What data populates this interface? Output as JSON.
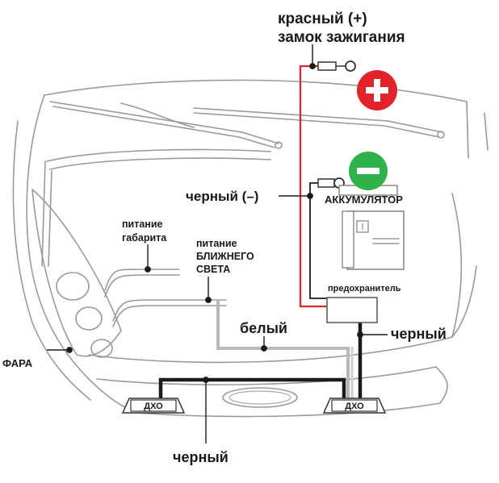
{
  "labels": {
    "red_plus_line1": "красный (+)",
    "red_plus_line2": "замок зажигания",
    "black_minus": "черный (–)",
    "battery": "АККУМУЛЯТОР",
    "parking_line1": "питание",
    "parking_line2": "габарита",
    "lowbeam_line1": "питание",
    "lowbeam_line2": "БЛИЖНЕГО",
    "lowbeam_line3": "СВЕТА",
    "fuse": "предохранитель",
    "white": "белый",
    "black_right": "черный",
    "headlight": "ФАРА",
    "drl_left": "ДХО",
    "drl_right": "ДХО",
    "black_bottom": "черный"
  },
  "icons": {
    "plus": "plus-terminal-icon",
    "minus": "minus-terminal-icon"
  },
  "colors": {
    "red_wire": "#d9262c",
    "plus_badge": "#e3232b",
    "minus_badge": "#2eb34a",
    "black_wire": "#1a1a1a",
    "white_wire": "#b8b8b8",
    "car_outline": "#9a9a9a"
  }
}
